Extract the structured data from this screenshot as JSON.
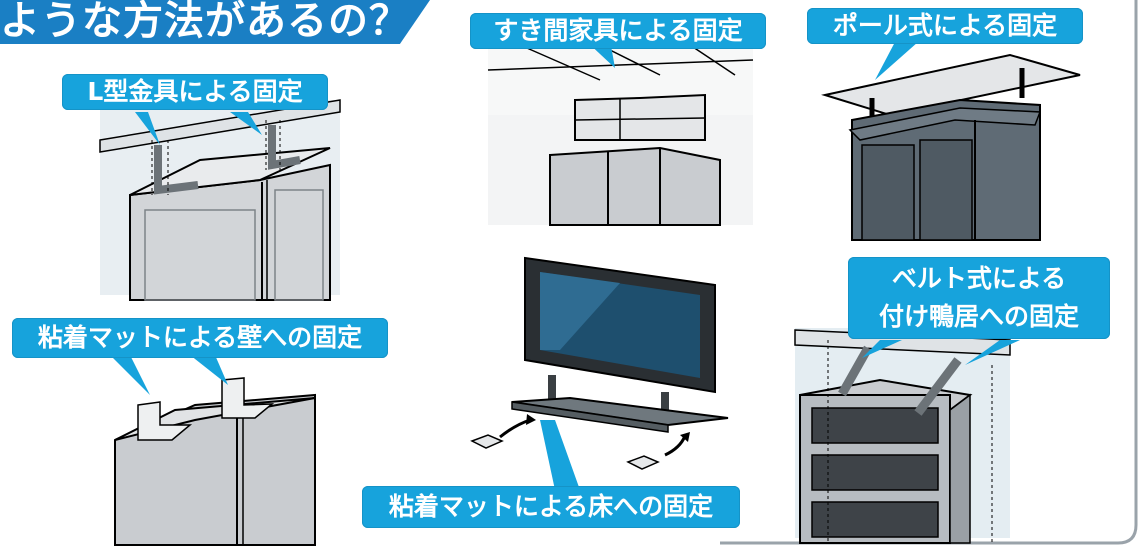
{
  "title": "ような方法があるの？",
  "labels": {
    "l_bracket": "L型金具による固定",
    "gap_furniture": "すき間家具による固定",
    "pole": "ポール式による固定",
    "adhesive_wall": "粘着マットによる壁への固定",
    "adhesive_floor": "粘着マットによる床への固定",
    "belt_line1": "ベルト式による",
    "belt_line2": "付け鴨居への固定"
  },
  "colors": {
    "label_bg": "#17a3dc",
    "title_bg": "#1a7fc4",
    "furniture": "#c9ccd0",
    "furniture_dark": "#5f6b75",
    "outline": "#000000"
  }
}
